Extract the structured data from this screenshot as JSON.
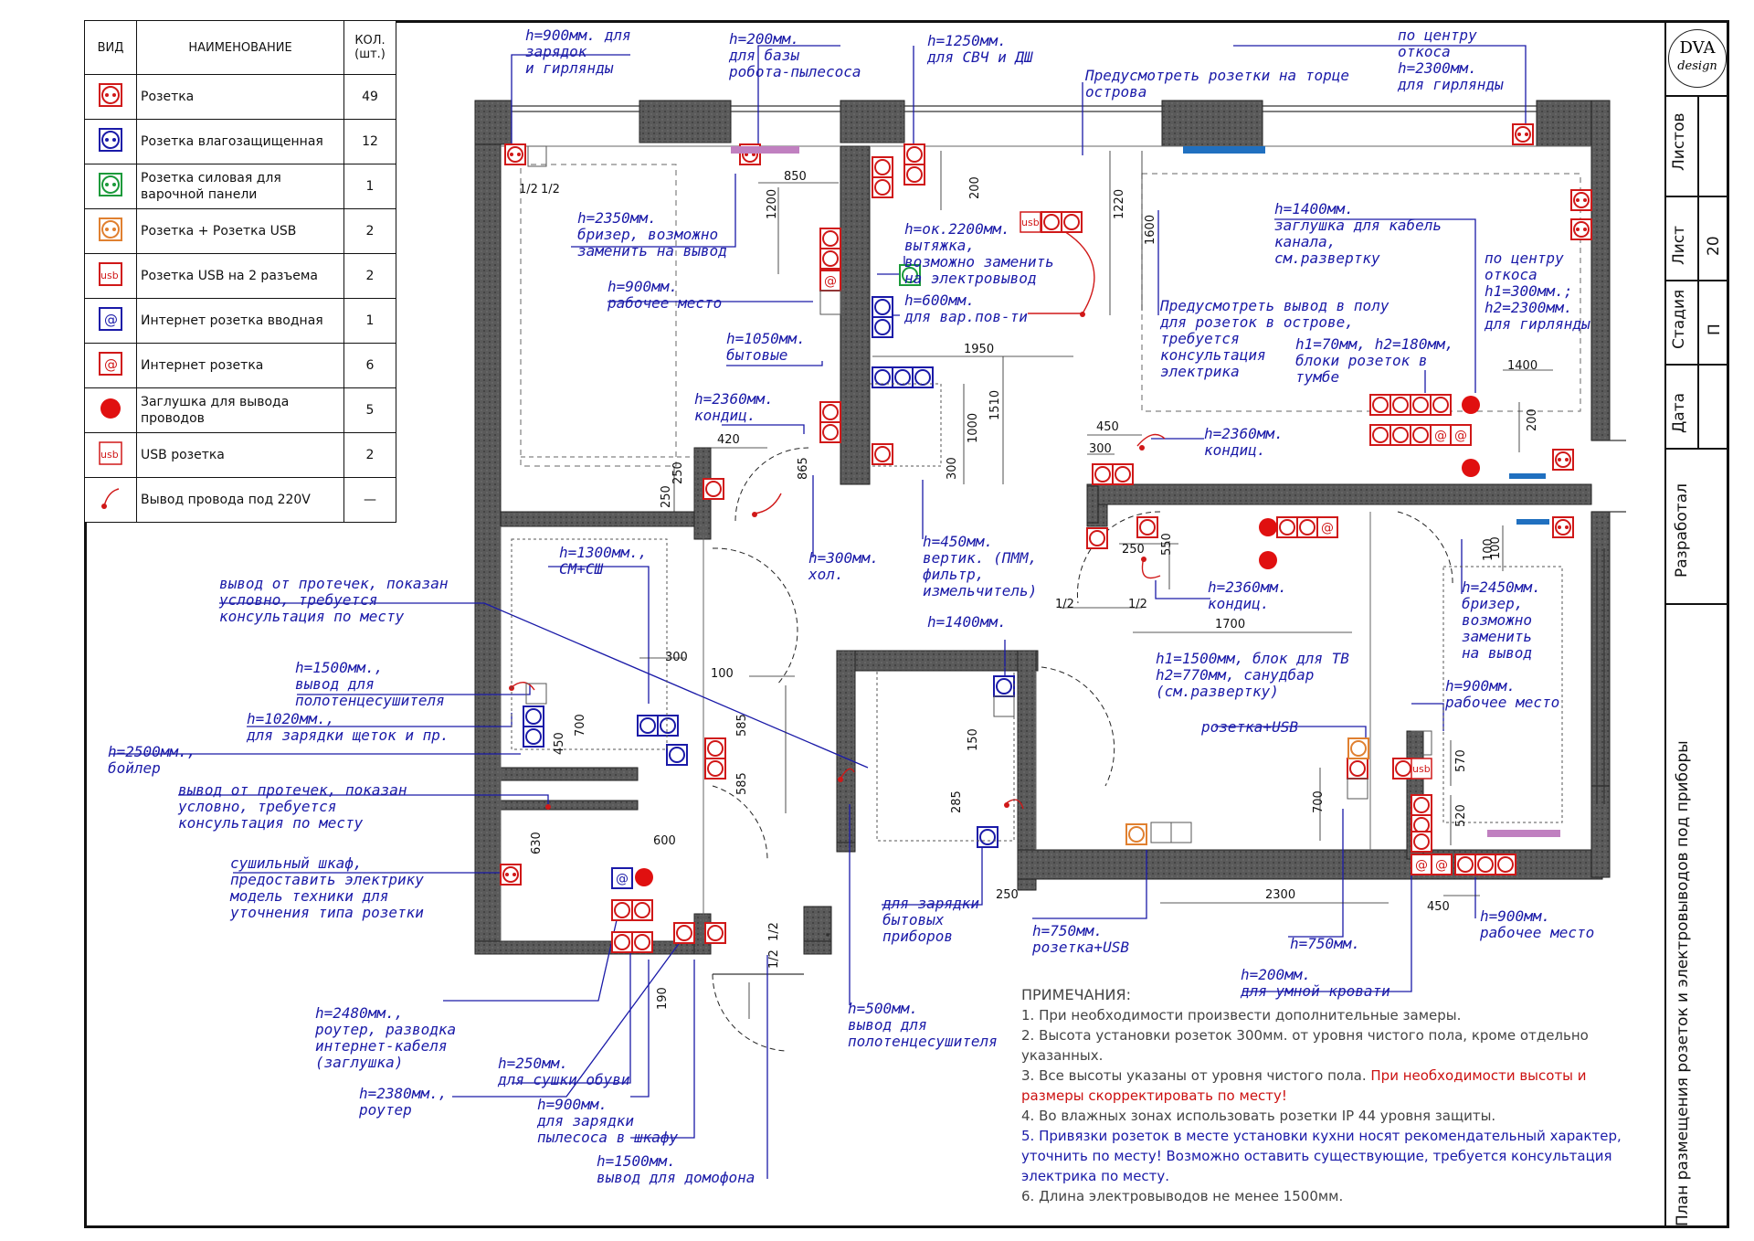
{
  "legend": {
    "headers": {
      "kind": "ВИД",
      "name": "НАИМЕНОВАНИЕ",
      "qty": "КОЛ.\n(шт.)"
    },
    "rows": [
      {
        "icon": "socket-red-icon",
        "name": "Розетка",
        "qty": "49"
      },
      {
        "icon": "socket-blue-icon",
        "name": "Розетка влагозащищенная",
        "qty": "12"
      },
      {
        "icon": "socket-green-icon",
        "name": "Розетка силовая для варочной панели",
        "qty": "1"
      },
      {
        "icon": "socket-usb-orange-icon",
        "name": "Розетка + Розетка USB",
        "qty": "2"
      },
      {
        "icon": "usb-double-icon",
        "name": "Розетка USB на 2 разъема",
        "qty": "2"
      },
      {
        "icon": "internet-input-icon",
        "name": "Интернет розетка вводная",
        "qty": "1"
      },
      {
        "icon": "internet-icon",
        "name": "Интернет розетка",
        "qty": "6"
      },
      {
        "icon": "plug-red-dot-icon",
        "name": "Заглушка для вывода проводов",
        "qty": "5"
      },
      {
        "icon": "usb-icon",
        "name": "USB розетка",
        "qty": "2"
      },
      {
        "icon": "wire-220-icon",
        "name": "Вывод провода под 220V",
        "qty": "—"
      }
    ]
  },
  "labels": [
    {
      "id": "l1",
      "text": "h=900мм. для\nзарядок\nи гирлянды"
    },
    {
      "id": "l2",
      "text": "h=200мм.\nдля базы\nробота-пылесоса"
    },
    {
      "id": "l3",
      "text": "h=1250мм.\nдля СВЧ и ДШ"
    },
    {
      "id": "l4",
      "text": "по центру\nоткоса\nh=2300мм.\nдля гирлянды"
    },
    {
      "id": "l5",
      "text": "Предусмотреть розетки на торце\nострова"
    },
    {
      "id": "l6",
      "text": "h=2350мм.\nбризер, возможно\nзаменить на вывод"
    },
    {
      "id": "l7",
      "text": "h=900мм.\nрабочее место"
    },
    {
      "id": "l8",
      "text": "h=ок.2200мм.\nвытяжка,\nвозможно заменить\nна электровывод"
    },
    {
      "id": "l9",
      "text": "h=600мм.\nдля вар.пов-ти"
    },
    {
      "id": "l10",
      "text": "h=1400мм.\nзаглушка для кабель\nканала,\nсм.развертку"
    },
    {
      "id": "l11",
      "text": "по центру\nоткоса\nh1=300мм.;\nh2=2300мм.\nдля гирлянды"
    },
    {
      "id": "l12",
      "text": "Предусмотреть вывод в полу\nдля розеток в острове,\nтребуется\nконсультация\nэлектрика"
    },
    {
      "id": "l13",
      "text": "h1=70мм, h2=180мм,\nблоки розеток в\nтумбе"
    },
    {
      "id": "l14",
      "text": "h=1050мм.\nбытовые"
    },
    {
      "id": "l15",
      "text": "h=2360мм.\nкондиц."
    },
    {
      "id": "l16",
      "text": "h=2360мм.\nкондиц."
    },
    {
      "id": "l17",
      "text": "h=1300мм.,\nСМ+СШ"
    },
    {
      "id": "l18",
      "text": "h=300мм.\nхол."
    },
    {
      "id": "l19",
      "text": "h=450мм.\nвертик. (ПММ,\nфильтр,\nизмельчитель)"
    },
    {
      "id": "l20",
      "text": "h=2360мм.\nкондиц."
    },
    {
      "id": "l21",
      "text": "h=2450мм.\nбризер,\nвозможно\nзаменить\nна вывод"
    },
    {
      "id": "l22",
      "text": "вывод от протечек, показан\nусловно, требуется\nконсультация по месту"
    },
    {
      "id": "l23",
      "text": "h=1400мм."
    },
    {
      "id": "l24",
      "text": "h1=1500мм, блок для ТВ\nh2=770мм, санудбар\n(см.развертку)"
    },
    {
      "id": "l25",
      "text": "h=900мм.\nрабочее место"
    },
    {
      "id": "l26",
      "text": "h=1500мм.,\nвывод для\nполотенцесушителя"
    },
    {
      "id": "l27",
      "text": "h=1020мм.,\nдля зарядки щеток и пр."
    },
    {
      "id": "l28",
      "text": "розетка+USB"
    },
    {
      "id": "l29",
      "text": "h=2500мм.,\nбойлер"
    },
    {
      "id": "l30",
      "text": "вывод от протечек, показан\nусловно, требуется\nконсультация по месту"
    },
    {
      "id": "l31",
      "text": "сушильный шкаф,\nпредоставить электрику\nмодель техники для\nуточнения типа розетки"
    },
    {
      "id": "l32",
      "text": "для зарядки\nбытовых\nприборов"
    },
    {
      "id": "l33",
      "text": "h=750мм.\nрозетка+USB"
    },
    {
      "id": "l34",
      "text": "h=750мм."
    },
    {
      "id": "l35",
      "text": "h=900мм.\nрабочее место"
    },
    {
      "id": "l36",
      "text": "h=200мм.\nдля умной кровати"
    },
    {
      "id": "l37",
      "text": "h=2480мм.,\nроутер, разводка\nинтернет-кабеля\n(заглушка)"
    },
    {
      "id": "l38",
      "text": "h=250мм.\nдля сушки обуви"
    },
    {
      "id": "l39",
      "text": "h=2380мм.,\nроутер"
    },
    {
      "id": "l40",
      "text": "h=500мм.\nвывод для\nполотенцесушителя"
    },
    {
      "id": "l41",
      "text": "h=900мм.\nдля зарядки\nпылесоса в шкафу"
    },
    {
      "id": "l42",
      "text": "h=1500мм.\nвывод для домофона"
    }
  ],
  "dimensions": [
    "850",
    "1200",
    "200",
    "1220",
    "1600",
    "1950",
    "1510",
    "1000",
    "300",
    "865",
    "420",
    "250",
    "250",
    "450",
    "300",
    "550",
    "250",
    "1700",
    "1/2",
    "1/2",
    "1/2",
    "1/2",
    "1400",
    "200",
    "100",
    "300",
    "700",
    "450",
    "100",
    "585",
    "585",
    "150",
    "285",
    "250",
    "630",
    "600",
    "190",
    "1/2",
    "1/2",
    "2300",
    "450",
    "570",
    "520",
    "700",
    "100"
  ],
  "notes": {
    "title": "ПРИМЕЧАНИЯ:",
    "n1": "1. При необходимости произвести дополнительные замеры.",
    "n2": "2. Высота установки розеток 300мм. от уровня чистого пола, кроме отдельно указанных.",
    "n3a": "3. Все высоты указаны от уровня чистого пола. ",
    "n3b": "При необходимости высоты и размеры скорректировать по месту!",
    "n4": "4. Во влажных зонах использовать розетки IP 44 уровня защиты.",
    "n5": "5. Привязки розеток в месте установки кухни носят рекомендательный характер, уточнить по месту! Возможно оставить существующие, требуется консультация электрика по месту.",
    "n6": "6. Длина электровыводов не менее 1500мм."
  },
  "title_block": {
    "logo_top": "DVA",
    "logo_bottom": "design",
    "sheets_label": "Листов",
    "sheet_label": "Лист",
    "sheet_value": "20",
    "stage_label": "Стадия",
    "stage_value": "П",
    "date_label": "Дата",
    "author_label": "Разработал",
    "drawing_title": "План размещения розеток и электровыводов под приборы"
  },
  "colors": {
    "socket": "#d01818",
    "wet_socket": "#1a1aa8",
    "power_socket": "#1a9a3a",
    "usb_socket": "#e08030",
    "label": "#1a1aa8",
    "wall": "#444444"
  }
}
